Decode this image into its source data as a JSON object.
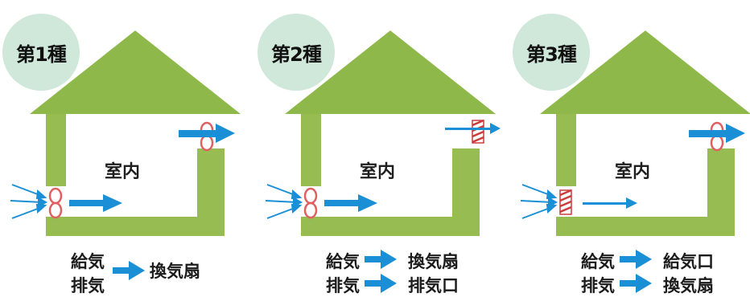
{
  "colors": {
    "roof": "#8fb84a",
    "wall": "#97bd52",
    "badge": "#cfe8da",
    "arrow": "#1a8fd6",
    "fan": "#e06060",
    "vent": "#cc3b3b"
  },
  "panels": [
    {
      "badge": "第1種",
      "room": "室内",
      "supply_label": "給気",
      "exhaust_label": "排気",
      "device": "換気扇",
      "intake": "fan",
      "outlet": "fan"
    },
    {
      "badge": "第2種",
      "room": "室内",
      "supply_label": "給気",
      "supply_device": "換気扇",
      "exhaust_label": "排気",
      "exhaust_device": "排気口",
      "intake": "fan",
      "outlet": "vent"
    },
    {
      "badge": "第3種",
      "room": "室内",
      "supply_label": "給気",
      "supply_device": "給気口",
      "exhaust_label": "排気",
      "exhaust_device": "換気扇",
      "intake": "vent",
      "outlet": "fan"
    }
  ]
}
